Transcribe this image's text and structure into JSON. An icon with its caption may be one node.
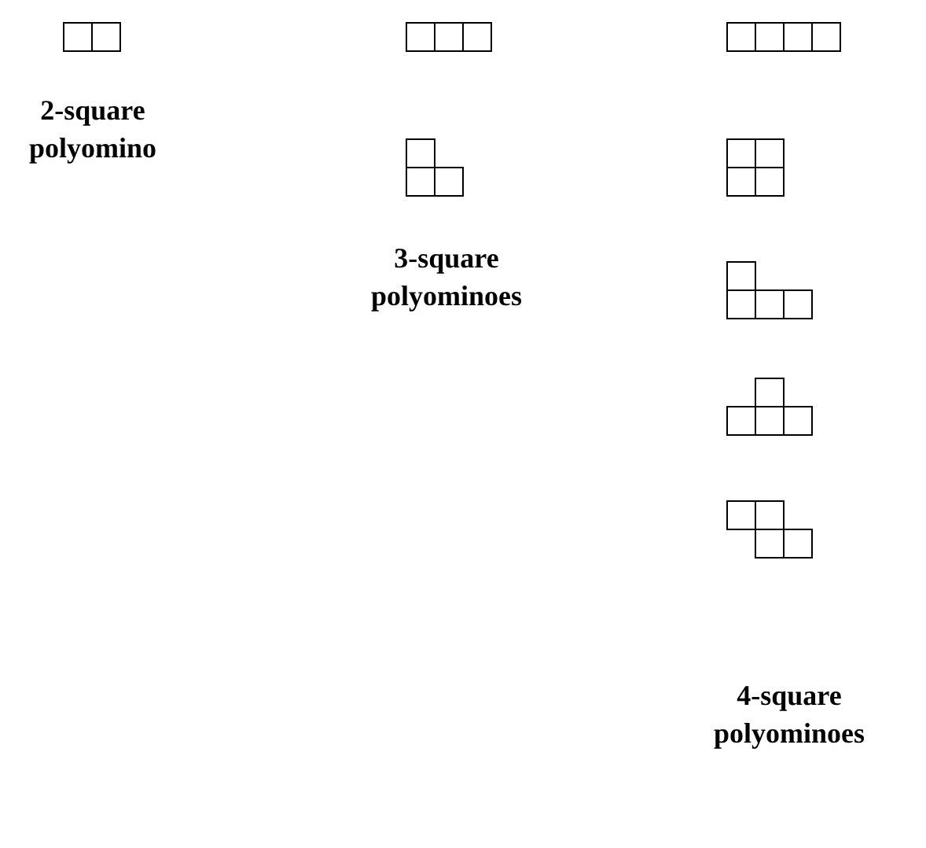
{
  "diagram": {
    "labels": [
      "2-square polyomino",
      "3-square polyominoes",
      "4-square polyominoes"
    ]
  }
}
